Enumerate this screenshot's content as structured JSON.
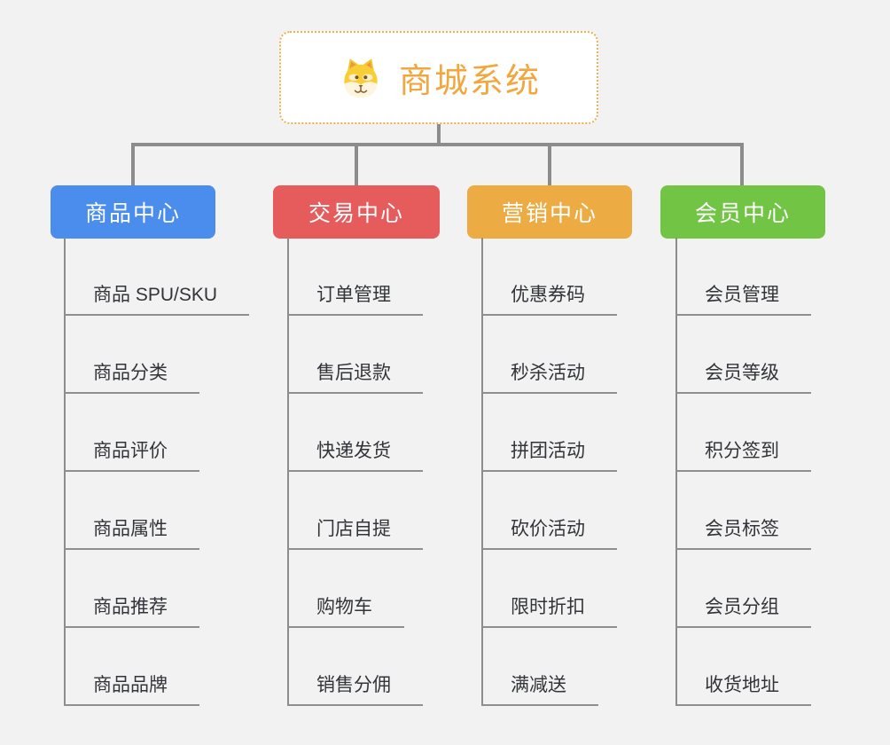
{
  "page": {
    "background_color": "#f2f2f2",
    "connector_color": "#8c8c8c"
  },
  "root": {
    "label": "商城系统",
    "icon": "dog-face-icon",
    "text_color": "#f2a63e",
    "border_color": "#efad4e",
    "background_color": "#ffffff"
  },
  "branches": [
    {
      "label": "商品中心",
      "color": "#4a8dec",
      "children": [
        "商品 SPU/SKU",
        "商品分类",
        "商品评价",
        "商品属性",
        "商品推荐",
        "商品品牌"
      ]
    },
    {
      "label": "交易中心",
      "color": "#e65c5c",
      "children": [
        "订单管理",
        "售后退款",
        "快递发货",
        "门店自提",
        "购物车",
        "销售分佣"
      ]
    },
    {
      "label": "营销中心",
      "color": "#ecab43",
      "children": [
        "优惠券码",
        "秒杀活动",
        "拼团活动",
        "砍价活动",
        "限时折扣",
        "满减送"
      ]
    },
    {
      "label": "会员中心",
      "color": "#72c544",
      "children": [
        "会员管理",
        "会员等级",
        "积分签到",
        "会员标签",
        "会员分组",
        "收货地址"
      ]
    }
  ]
}
